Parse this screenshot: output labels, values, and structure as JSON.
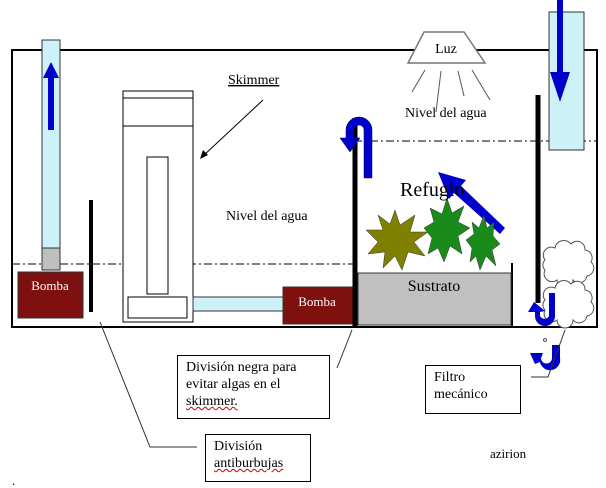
{
  "labels": {
    "luz": "Luz",
    "skimmer": "Skimmer",
    "nivel_top": "Nivel del agua",
    "nivel_left": "Nivel del agua",
    "refugio": "Refugio",
    "sustrato": "Sustrato",
    "bomba_left": "Bomba",
    "bomba_mid": "Bomba",
    "author": "azirion",
    "dot": "."
  },
  "callouts": {
    "division_negra": [
      "División negra para",
      "evitar algas en el",
      "skimmer."
    ],
    "filtro": [
      "Filtro",
      "mecánico"
    ],
    "antiburbujas": [
      "División",
      "antiburbujas"
    ]
  },
  "colors": {
    "water_tube": "#ccf2f8",
    "arrow_blue": "#0000cc",
    "pump": "#7f1010",
    "substrate": "#c0c0c0",
    "plant_olive": "#808000",
    "plant_green": "#1a8a1a"
  }
}
